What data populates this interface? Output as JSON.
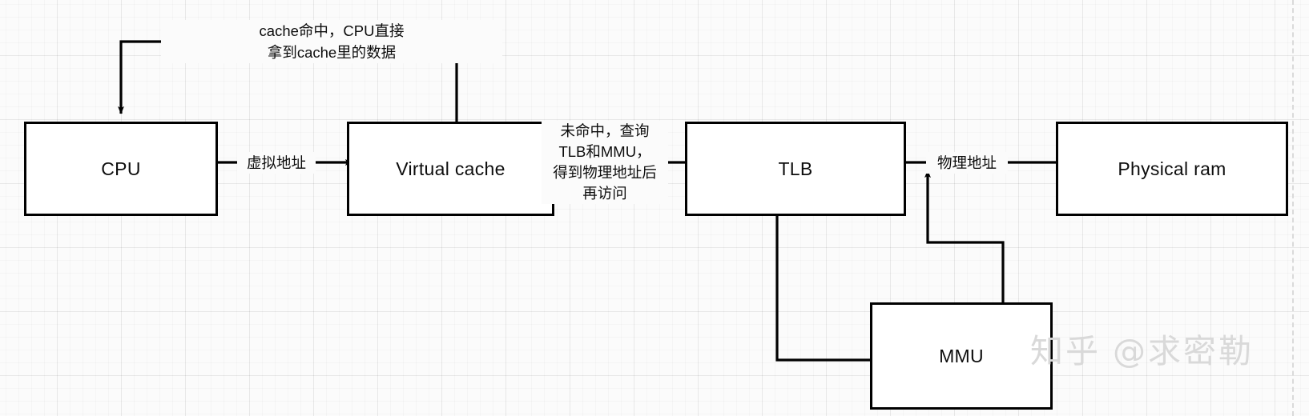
{
  "diagram": {
    "title": "CPU virtual memory address translation flow",
    "stroke_color": "#000000",
    "node_fill": "#ffffff",
    "canvas_bg": "#fbfbfb",
    "grid_color": "#e6e6e6",
    "nodes": [
      {
        "id": "cpu",
        "label": "CPU"
      },
      {
        "id": "virtual_cache",
        "label": "Virtual cache"
      },
      {
        "id": "tlb",
        "label": "TLB"
      },
      {
        "id": "physical_ram",
        "label": "Physical ram"
      },
      {
        "id": "mmu",
        "label": "MMU"
      }
    ],
    "edges": [
      {
        "id": "cache-hit-return",
        "from": "virtual_cache",
        "to": "cpu",
        "label": "cache命中，CPU直接\n拿到cache里的数据"
      },
      {
        "id": "virtual-address",
        "from": "cpu",
        "to": "virtual_cache",
        "label": "虚拟地址"
      },
      {
        "id": "cache-miss",
        "from": "virtual_cache",
        "to": "tlb",
        "label": "未命中，查询\nTLB和MMU，\n得到物理地址后\n再访问"
      },
      {
        "id": "physical-address",
        "from": "tlb",
        "to": "physical_ram",
        "label": "物理地址"
      },
      {
        "id": "tlb-to-mmu",
        "from": "tlb",
        "to": "mmu",
        "label": ""
      },
      {
        "id": "mmu-to-physical-address",
        "from": "mmu",
        "to": "physical-address-line",
        "label": ""
      }
    ]
  },
  "watermark": {
    "brand": "知乎",
    "handle": "@求密勒"
  }
}
